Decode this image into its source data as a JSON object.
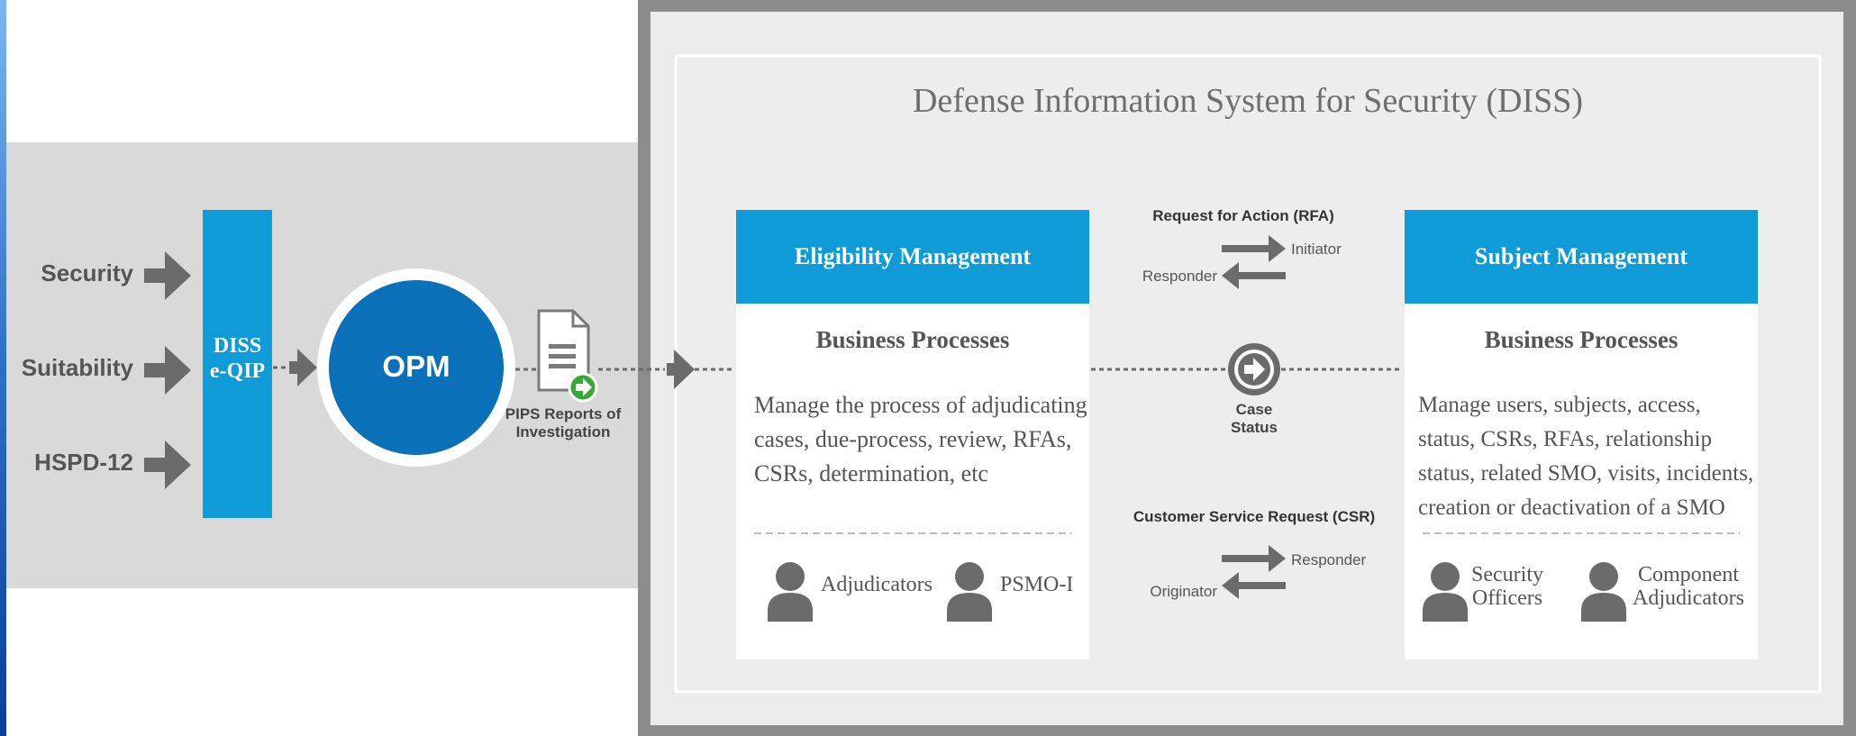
{
  "inputs": [
    "Security",
    "Suitability",
    "HSPD-12"
  ],
  "diss_eqip": {
    "line1": "DISS",
    "line2": "e-QIP"
  },
  "opm": {
    "label": "OPM"
  },
  "pips": {
    "line1": "PIPS Reports of",
    "line2": "Investigation",
    "icon": "document-icon"
  },
  "diss_title": "Defense Information System for Security (DISS)",
  "eligibility": {
    "header": "Eligibility Management",
    "bp_title": "Business Processes",
    "description": [
      "Manage the process of adjudicating",
      "cases, due-process, review, RFAs,",
      "CSRs, determination, etc"
    ],
    "roles": [
      {
        "lines": [
          "Adjudicators"
        ]
      },
      {
        "lines": [
          "PSMO-I"
        ]
      }
    ]
  },
  "subject": {
    "header": "Subject Management",
    "bp_title": "Business Processes",
    "description": [
      "Manage users, subjects, access,",
      "status, CSRs, RFAs, relationship",
      "status, related SMO, visits, incidents,",
      "creation or deactivation of a SMO"
    ],
    "roles": [
      {
        "lines": [
          "Security",
          "Officers"
        ]
      },
      {
        "lines": [
          "Component",
          "Adjudicators"
        ]
      }
    ]
  },
  "rfa": {
    "title": "Request for Action (RFA)",
    "right_label": "Initiator",
    "left_label": "Responder"
  },
  "case_status": {
    "line1": "Case",
    "line2": "Status"
  },
  "csr": {
    "title": "Customer Service Request (CSR)",
    "right_label": "Responder",
    "left_label": "Originator"
  },
  "colors": {
    "accent_blue": "#0f9ad8",
    "opm_blue": "#0a70b8",
    "arrow_gray": "#6b6b6b",
    "band_gray": "#d9d9d9",
    "frame_gray": "#8c8c8c"
  }
}
